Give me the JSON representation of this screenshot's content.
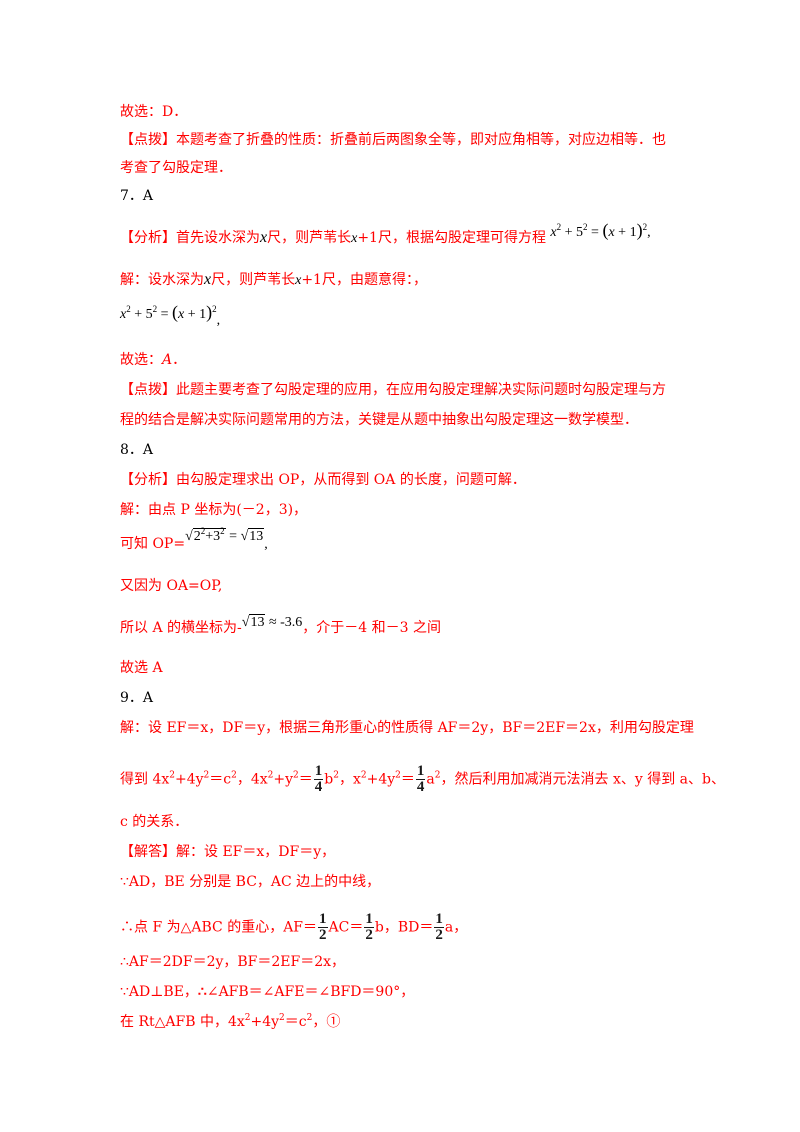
{
  "lines": {
    "l1": "故选：D．",
    "l2_tag": "【点拨】",
    "l2_text": "本题考查了折叠的性质：折叠前后两图象全等，即对应角相等，对应边相等．也",
    "l3": "考查了勾股定理．",
    "l4": "7．A",
    "l5_tag": "【分析】",
    "l5_a": "首先设水深为",
    "l5_x": "x",
    "l5_b": "尺，则芦苇长",
    "l5_c": "x",
    "l5_d": "+1尺，根据勾股定理可得方程",
    "l6_a": "解：设水深为",
    "l6_x": "x",
    "l6_b": "尺，则芦苇长",
    "l6_c": "x",
    "l6_d": "+1尺，由题意得：，",
    "l8_a": "故选：",
    "l8_b": "A",
    "l8_c": "．",
    "l9_tag": "【点拨】",
    "l9_text": "此题主要考查了勾股定理的应用，在应用勾股定理解决实际问题时勾股定理与方",
    "l10": "程的结合是解决实际问题常用的方法，关键是从题中抽象出勾股定理这一数学模型．",
    "l11": "8．A",
    "l12_tag": "【分析】",
    "l12_text": "由勾股定理求出 OP，从而得到 OA 的长度，问题可解．",
    "l13": "解：由点 P 坐标为(－2，3)，",
    "l14_a": "可知 OP=",
    "l15": "又因为 OA=OP,",
    "l16_a": "所以 A 的横坐标为-",
    "l16_b": "，介于－4 和－3 之间",
    "l17": "故选 A",
    "l18": "9．A",
    "l19": "解：设 EF＝x，DF＝y，根据三角形重心的性质得 AF＝2y，BF＝2EF＝2x，利用勾股定理",
    "l20_a": "得到 4x",
    "l20_b": "+4y",
    "l20_c": "＝c",
    "l20_d": "，4x",
    "l20_e": "+y",
    "l20_f": "＝",
    "l20_g": "b",
    "l20_h": "，x",
    "l20_i": "+4y",
    "l20_j": "＝",
    "l20_k": "a",
    "l20_l": "，然后利用加减消元法消去 x、y 得到 a、b、",
    "l21": "c 的关系．",
    "l22_tag": "【解答】",
    "l22_text": "解：设 EF＝x，DF＝y，",
    "l23": "∵AD，BE 分别是 BC，AC 边上的中线，",
    "l24_a": "∴点 F 为△ABC 的重心，AF＝",
    "l24_b": "AC＝",
    "l24_c": "b，BD＝",
    "l24_d": "a，",
    "l25": "∴AF＝2DF＝2y，BF＝2EF＝2x，",
    "l26_a": "∵AD⊥BE，",
    "l26_b": "∴",
    "l26_c": "∠AFB＝∠AFE＝∠BFD＝90°，",
    "l27_a": "在 Rt△AFB 中，4x",
    "l27_b": "+4y",
    "l27_c": "＝c",
    "l27_d": "，①"
  },
  "math": {
    "x": "x",
    "plus": "+",
    "five": "5",
    "eq": "=",
    "xp1": "x",
    "one": "+ 1",
    "two": "2",
    "comma": ",",
    "sqrt_inner_a": "2",
    "sqrt_inner_b": "+3",
    "thirteen": "13",
    "approx": "≈ -3.6",
    "frac_1": "1",
    "frac_4": "4",
    "frac_2": "2"
  }
}
